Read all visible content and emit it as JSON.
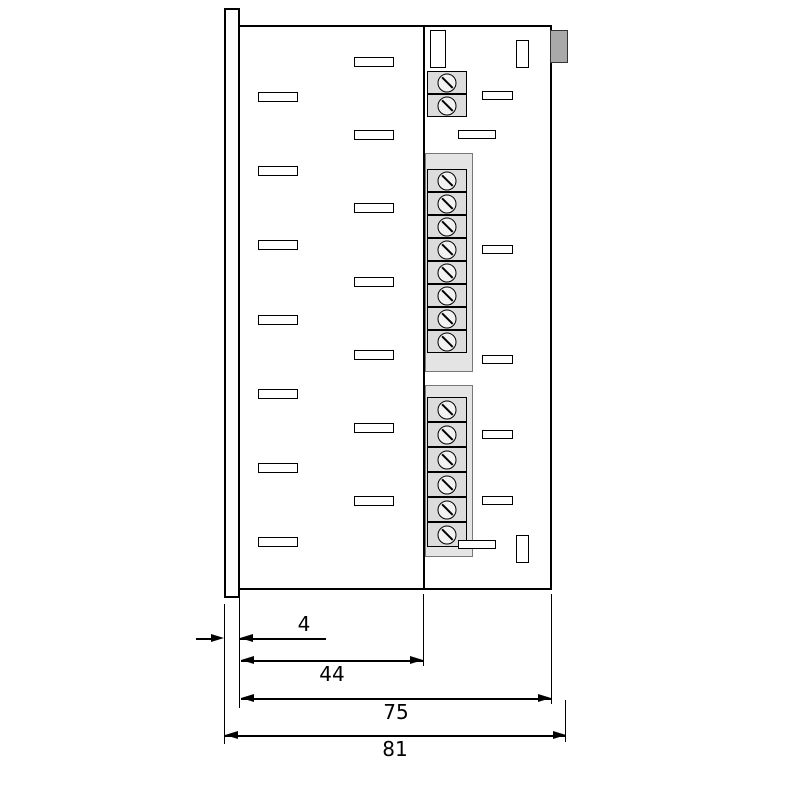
{
  "drawing": {
    "view": "side-view-panel-meter",
    "dimension_labels": {
      "panel_thickness": "4",
      "front_depth": "44",
      "case_depth": "75",
      "total_depth": "81"
    },
    "features": {
      "vent_slot_columns": 2,
      "vent_slots_per_column": 7,
      "terminal_screws_top_block": 2,
      "terminal_screws_middle_block": 8,
      "terminal_screws_bottom_block": 6
    }
  }
}
